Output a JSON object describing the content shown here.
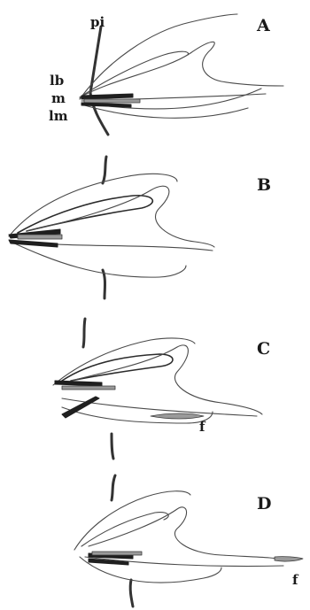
{
  "panels": [
    {
      "letter": "A"
    },
    {
      "letter": "B"
    },
    {
      "letter": "C"
    },
    {
      "letter": "D"
    }
  ],
  "part_labels": {
    "pi": "pi",
    "lb": "lb",
    "m": "m",
    "lm": "lm",
    "f_c": "f",
    "f_d": "f"
  }
}
